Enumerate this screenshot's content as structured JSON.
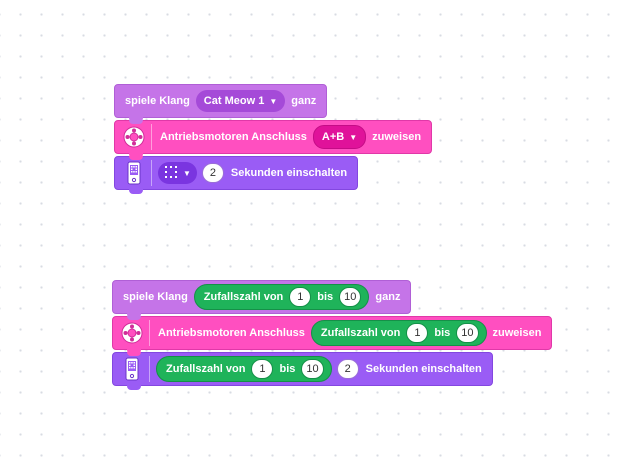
{
  "stack1": {
    "sound_block": {
      "prefix": "spiele Klang",
      "sound": "Cat Meow 1",
      "suffix": "ganz"
    },
    "motor_block": {
      "label": "Antriebsmotoren Anschluss",
      "port": "A+B",
      "suffix": "zuweisen"
    },
    "light_block": {
      "seconds": "2",
      "suffix": "Sekunden einschalten"
    }
  },
  "stack2": {
    "sound_block": {
      "prefix": "spiele Klang",
      "random": {
        "label": "Zufallszahl von",
        "from": "1",
        "to_label": "bis",
        "to": "10"
      },
      "suffix": "ganz"
    },
    "motor_block": {
      "label": "Antriebsmotoren Anschluss",
      "random": {
        "label": "Zufallszahl von",
        "from": "1",
        "to_label": "bis",
        "to": "10"
      },
      "suffix": "zuweisen"
    },
    "light_block": {
      "random": {
        "label": "Zufallszahl von",
        "from": "1",
        "to_label": "bis",
        "to": "10"
      },
      "seconds": "2",
      "suffix": "Sekunden einschalten"
    }
  },
  "icons": {
    "motor": "drive-motor-icon",
    "hub": "hub-light-matrix-icon",
    "matrix": "light-matrix-pattern-icon",
    "caret": "dropdown-caret-icon"
  },
  "colors": {
    "sound": "#c574e8",
    "motor": "#ff4fc0",
    "light": "#9a5cf5",
    "operator": "#1fb35a"
  }
}
